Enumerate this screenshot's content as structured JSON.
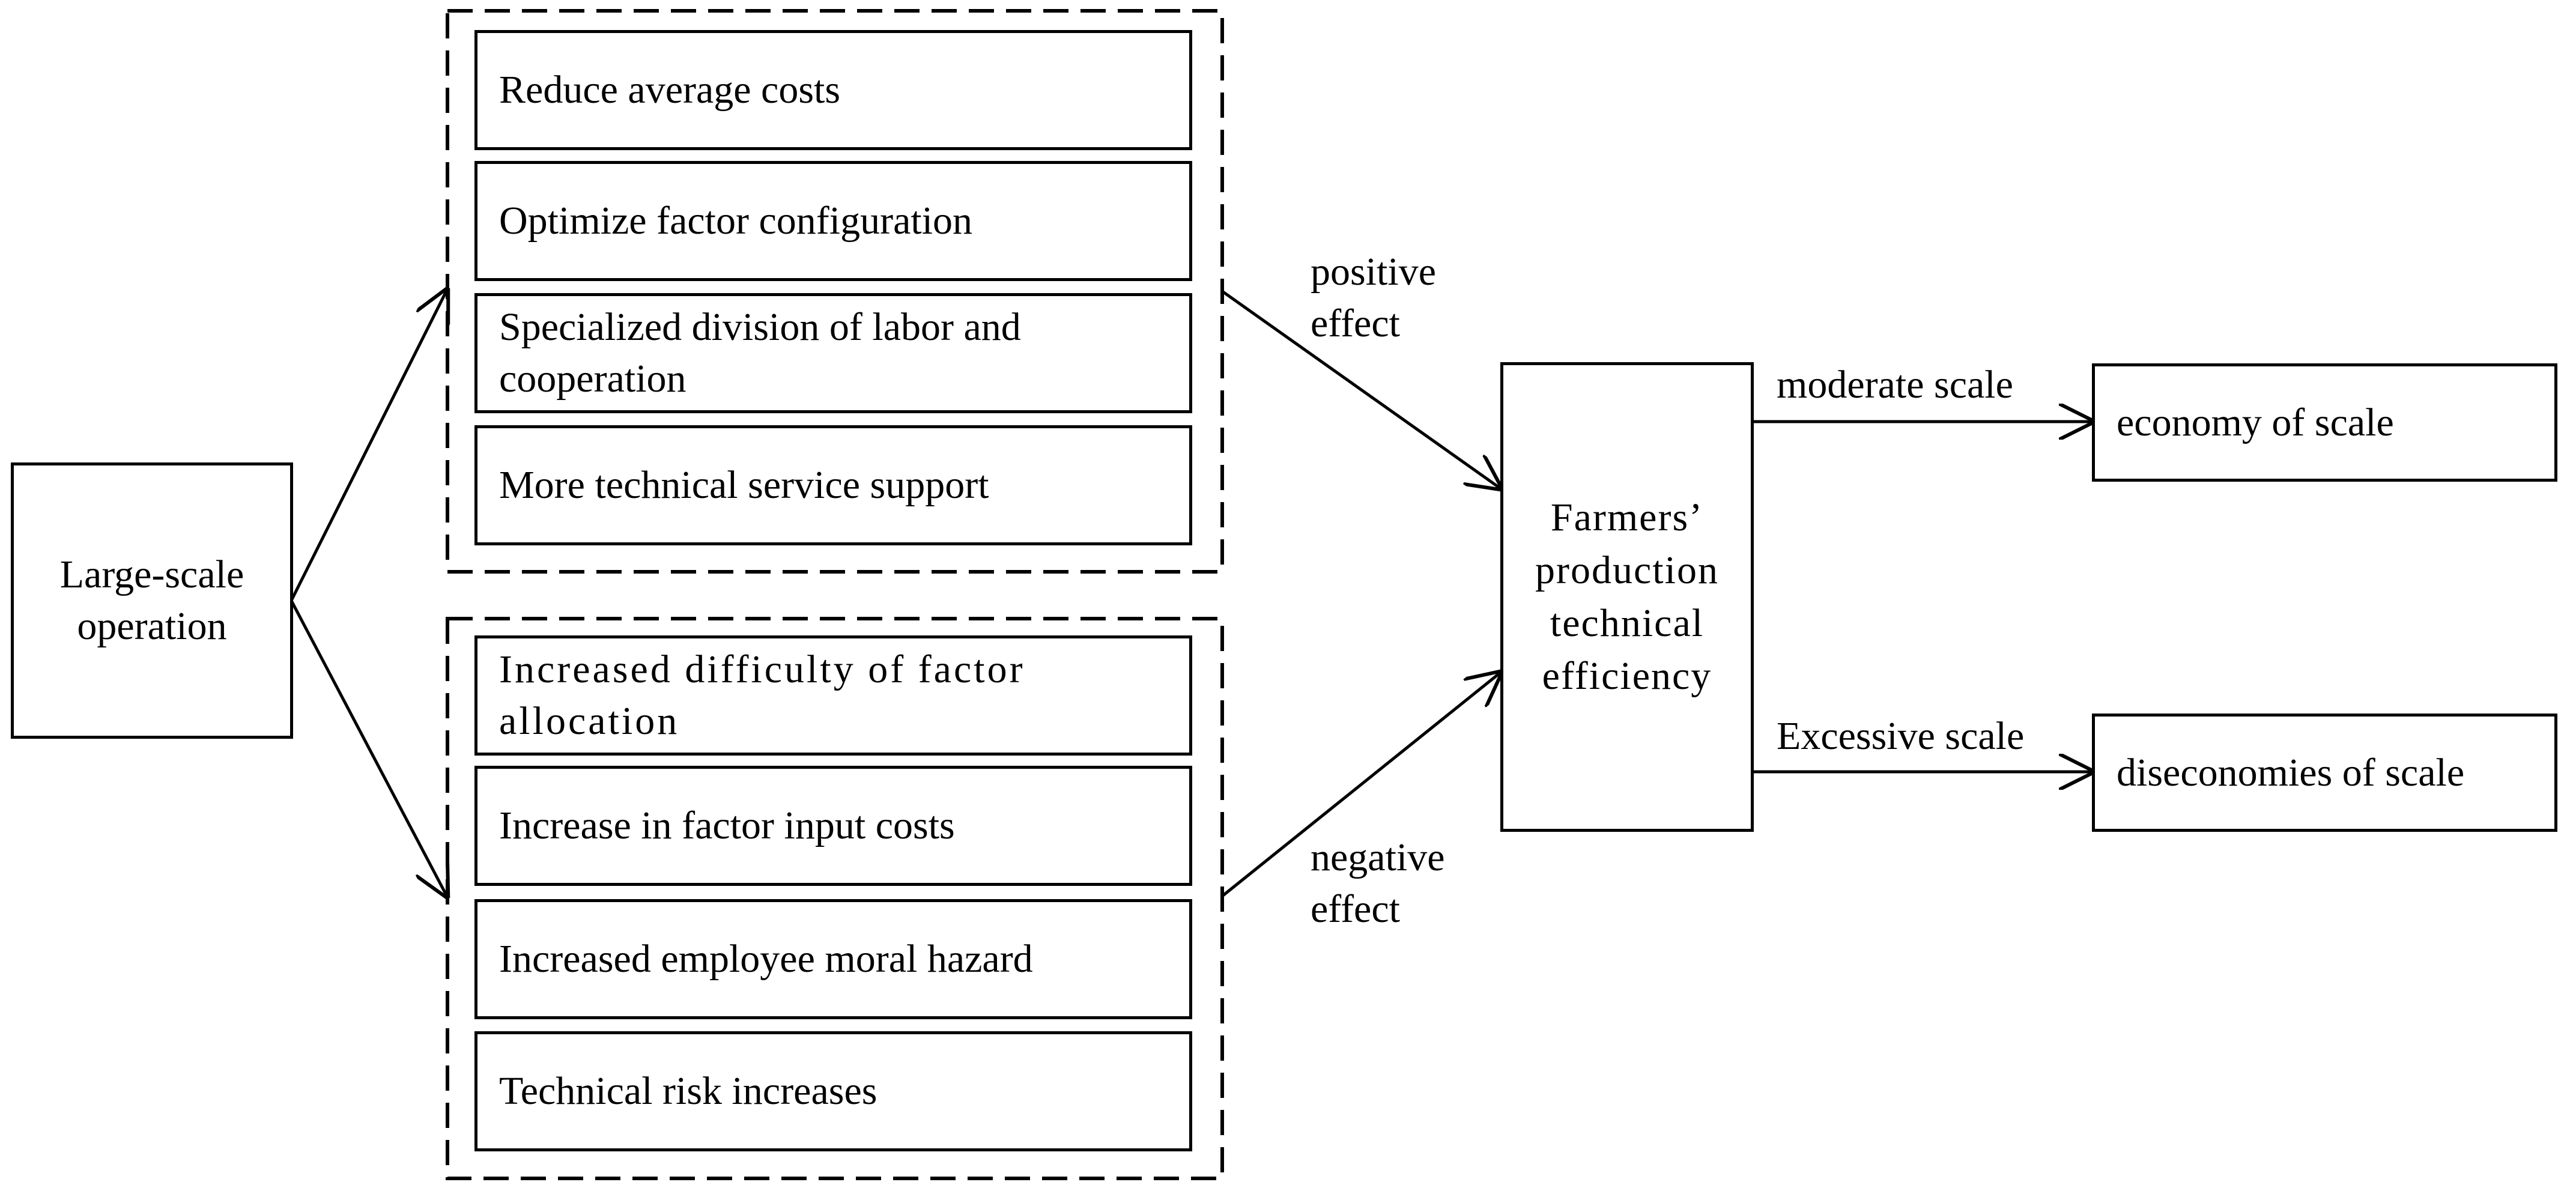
{
  "diagram": {
    "source": {
      "label": "Large-scale\noperation"
    },
    "positive_group": {
      "items": [
        "Reduce average costs",
        "Optimize factor configuration",
        "Specialized division of labor and\ncooperation",
        "More technical service support"
      ]
    },
    "negative_group": {
      "items": [
        "Increased difficulty of factor\nallocation",
        "Increase in factor input costs",
        "Increased employee moral hazard",
        "Technical risk increases"
      ]
    },
    "edges": {
      "positive_label": "positive\neffect",
      "negative_label": "negative\neffect",
      "moderate_label": "moderate scale",
      "excessive_label": "Excessive scale"
    },
    "center": {
      "label": "Farmers’\nproduction\ntechnical\nefficiency"
    },
    "outcomes": {
      "economy": "economy of scale",
      "diseconomy": "diseconomies of scale"
    }
  }
}
